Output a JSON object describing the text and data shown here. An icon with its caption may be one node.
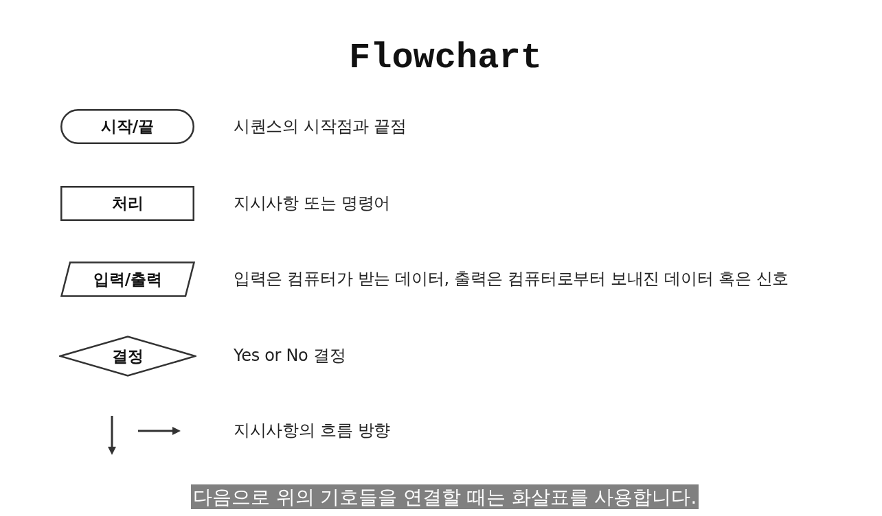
{
  "diagram": {
    "title": "Flowchart",
    "caption": "다음으로 위의 기호들을 연결할 때는 화살표를 사용합니다.",
    "nodes": [
      {
        "text": [
          "시작/끝"
        ],
        "beside": [
          "시퀀스의 시작점과 끝점"
        ]
      },
      {
        "text": [
          "처리"
        ],
        "beside": [
          "지시사항 또는 명령어"
        ]
      },
      {
        "text": [
          "입력/출력"
        ],
        "beside": [
          "입력은 컴퓨터가 받는 데이터, 출력은 컴퓨터로부터 보내진 데이터 혹은 신호"
        ]
      },
      {
        "text": [
          "결정"
        ],
        "beside": [
          "Yes or No 결정"
        ]
      }
    ],
    "labels": [
      "지시사항의 흐름 방향"
    ]
  }
}
